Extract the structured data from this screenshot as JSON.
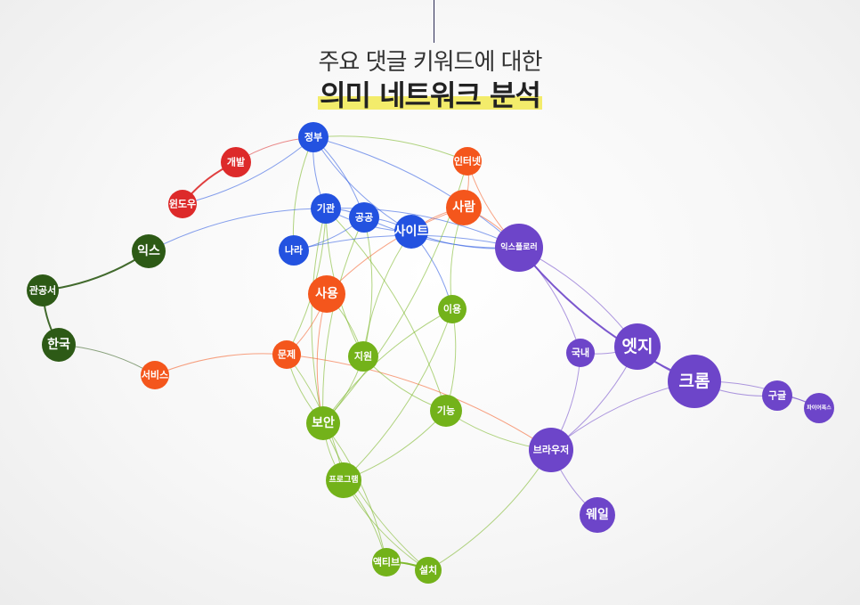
{
  "title": {
    "line1": "주요 댓글 키워드에 대한",
    "line2": "의미 네트워크 분석"
  },
  "colors": {
    "blue": "#2352e0",
    "orange": "#f4561c",
    "green": "#73b21a",
    "purple": "#6d45c9",
    "red": "#dd2a2a",
    "darkgreen": "#2d5a16",
    "highlight": "#f3ec6b"
  },
  "nodes": [
    {
      "id": "jeongbu",
      "label": "정부",
      "group": "blue"
    },
    {
      "id": "gigwan",
      "label": "기관",
      "group": "blue"
    },
    {
      "id": "gonggong",
      "label": "공공",
      "group": "blue"
    },
    {
      "id": "site",
      "label": "사이트",
      "group": "blue"
    },
    {
      "id": "nara",
      "label": "나라",
      "group": "blue"
    },
    {
      "id": "internet",
      "label": "인터넷",
      "group": "orange"
    },
    {
      "id": "saram",
      "label": "사람",
      "group": "orange"
    },
    {
      "id": "sayong",
      "label": "사용",
      "group": "orange"
    },
    {
      "id": "munje",
      "label": "문제",
      "group": "orange"
    },
    {
      "id": "service",
      "label": "서비스",
      "group": "orange"
    },
    {
      "id": "ie",
      "label": "익스플로러",
      "group": "purple"
    },
    {
      "id": "gungnae",
      "label": "국내",
      "group": "purple"
    },
    {
      "id": "edge",
      "label": "엣지",
      "group": "purple"
    },
    {
      "id": "chrome",
      "label": "크롬",
      "group": "purple"
    },
    {
      "id": "google",
      "label": "구글",
      "group": "purple"
    },
    {
      "id": "firefox",
      "label": "파이어폭스",
      "group": "purple"
    },
    {
      "id": "browser",
      "label": "브라우저",
      "group": "purple"
    },
    {
      "id": "whale",
      "label": "웨일",
      "group": "purple"
    },
    {
      "id": "iyong",
      "label": "이용",
      "group": "green"
    },
    {
      "id": "jiwon",
      "label": "지원",
      "group": "green"
    },
    {
      "id": "gineung",
      "label": "기능",
      "group": "green"
    },
    {
      "id": "boan",
      "label": "보안",
      "group": "green"
    },
    {
      "id": "program",
      "label": "프로그램",
      "group": "green"
    },
    {
      "id": "activex",
      "label": "액티브",
      "group": "green"
    },
    {
      "id": "install",
      "label": "설치",
      "group": "green"
    },
    {
      "id": "gaebal",
      "label": "개발",
      "group": "red"
    },
    {
      "id": "window",
      "label": "윈도우",
      "group": "red"
    },
    {
      "id": "ikseu",
      "label": "익스",
      "group": "darkgreen"
    },
    {
      "id": "gwangongseo",
      "label": "관공서",
      "group": "darkgreen"
    },
    {
      "id": "hanguk",
      "label": "한국",
      "group": "darkgreen"
    }
  ],
  "edges": [
    [
      "jeongbu",
      "gaebal",
      "red"
    ],
    [
      "jeongbu",
      "window",
      "blue"
    ],
    [
      "jeongbu",
      "gigwan",
      "blue"
    ],
    [
      "jeongbu",
      "gonggong",
      "blue"
    ],
    [
      "jeongbu",
      "site",
      "blue"
    ],
    [
      "jeongbu",
      "internet",
      "green"
    ],
    [
      "jeongbu",
      "nara",
      "green"
    ],
    [
      "jeongbu",
      "ie",
      "blue"
    ],
    [
      "gaebal",
      "window",
      "red"
    ],
    [
      "gigwan",
      "gonggong",
      "blue"
    ],
    [
      "gigwan",
      "site",
      "blue"
    ],
    [
      "gigwan",
      "ie",
      "blue"
    ],
    [
      "gigwan",
      "ikseu",
      "blue"
    ],
    [
      "gigwan",
      "munje",
      "green"
    ],
    [
      "gigwan",
      "jiwon",
      "green"
    ],
    [
      "gigwan",
      "gineung",
      "green"
    ],
    [
      "gigwan",
      "boan",
      "green"
    ],
    [
      "gonggong",
      "site",
      "blue"
    ],
    [
      "gonggong",
      "ie",
      "blue"
    ],
    [
      "gonggong",
      "jiwon",
      "green"
    ],
    [
      "gonggong",
      "boan",
      "green"
    ],
    [
      "nara",
      "ie",
      "blue"
    ],
    [
      "nara",
      "gonggong",
      "blue"
    ],
    [
      "site",
      "iyong",
      "blue"
    ],
    [
      "site",
      "jiwon",
      "green"
    ],
    [
      "site",
      "saram",
      "orange"
    ],
    [
      "site",
      "ie",
      "blue"
    ],
    [
      "internet",
      "saram",
      "orange"
    ],
    [
      "internet",
      "ie",
      "orange"
    ],
    [
      "internet",
      "boan",
      "green"
    ],
    [
      "saram",
      "sayong",
      "orange"
    ],
    [
      "saram",
      "ie",
      "orange"
    ],
    [
      "saram",
      "iyong",
      "green"
    ],
    [
      "sayong",
      "munje",
      "orange"
    ],
    [
      "sayong",
      "boan",
      "orange"
    ],
    [
      "sayong",
      "jiwon",
      "green"
    ],
    [
      "munje",
      "service",
      "orange"
    ],
    [
      "munje",
      "browser",
      "orange"
    ],
    [
      "munje",
      "boan",
      "green"
    ],
    [
      "munje",
      "program",
      "green"
    ],
    [
      "service",
      "hanguk",
      "darkgreen"
    ],
    [
      "ikseu",
      "gwangongseo",
      "darkgreen"
    ],
    [
      "gwangongseo",
      "hanguk",
      "darkgreen"
    ],
    [
      "iyong",
      "gineung",
      "green"
    ],
    [
      "iyong",
      "boan",
      "green"
    ],
    [
      "iyong",
      "program",
      "green"
    ],
    [
      "jiwon",
      "gineung",
      "green"
    ],
    [
      "jiwon",
      "boan",
      "green"
    ],
    [
      "gineung",
      "browser",
      "green"
    ],
    [
      "gineung",
      "program",
      "green"
    ],
    [
      "boan",
      "program",
      "green"
    ],
    [
      "boan",
      "activex",
      "green"
    ],
    [
      "boan",
      "install",
      "green"
    ],
    [
      "program",
      "activex",
      "green"
    ],
    [
      "program",
      "install",
      "green"
    ],
    [
      "activex",
      "install",
      "green"
    ],
    [
      "install",
      "browser",
      "green"
    ],
    [
      "ie",
      "edge",
      "purple"
    ],
    [
      "ie",
      "chrome",
      "purple"
    ],
    [
      "ie",
      "gungnae",
      "purple"
    ],
    [
      "gungnae",
      "edge",
      "purple"
    ],
    [
      "gungnae",
      "browser",
      "purple"
    ],
    [
      "edge",
      "chrome",
      "purple"
    ],
    [
      "edge",
      "browser",
      "purple"
    ],
    [
      "chrome",
      "google",
      "purple"
    ],
    [
      "chrome",
      "firefox",
      "purple"
    ],
    [
      "chrome",
      "browser",
      "purple"
    ],
    [
      "google",
      "firefox",
      "purple"
    ],
    [
      "browser",
      "whale",
      "purple"
    ]
  ]
}
